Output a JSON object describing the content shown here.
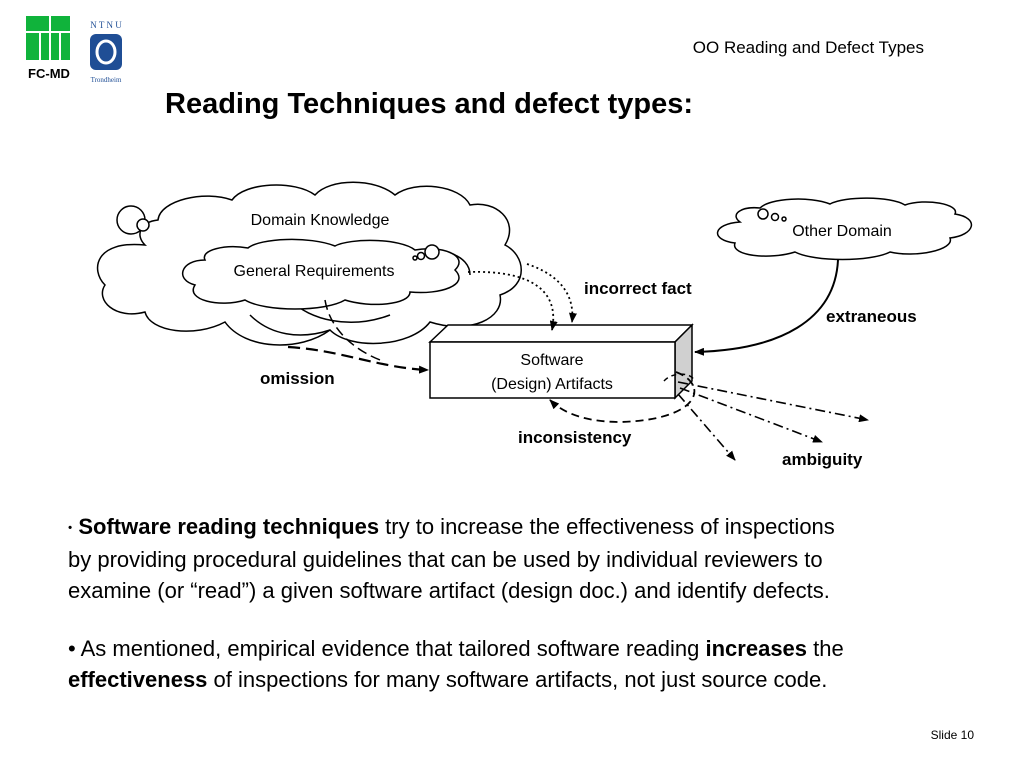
{
  "header": {
    "title": "OO Reading and Defect Types",
    "logo_fcmd_text": "FC-MD",
    "logo_ntnu_text": "N T N U",
    "logo_ntnu_subtext": "Trondheim"
  },
  "slide": {
    "title": "Reading Techniques and defect types:",
    "number": "Slide 10"
  },
  "diagram": {
    "clouds": {
      "domain_knowledge": "Domain Knowledge",
      "general_requirements": "General Requirements",
      "other_domain": "Other Domain"
    },
    "box": {
      "line1": "Software",
      "line2": "(Design) Artifacts"
    },
    "labels": {
      "incorrect_fact": "incorrect fact",
      "extraneous": "extraneous",
      "omission": "omission",
      "inconsistency": "inconsistency",
      "ambiguity": "ambiguity"
    }
  },
  "paragraphs": {
    "p1": {
      "bullet": "•",
      "bold": "Software reading techniques",
      "line1_rest": " try to increase the effectiveness of inspections",
      "line2": "by providing procedural guidelines that can be used by individual reviewers to",
      "line3": "examine (or “read”) a given software artifact  (design doc.) and identify defects."
    },
    "p2": {
      "line1_start": "• As mentioned, empirical evidence that tailored software reading ",
      "line1_bold": "increases",
      "line1_end": " the",
      "line2_bold": "effectiveness",
      "line2_rest": " of inspections for many software artifacts, not just source code."
    }
  },
  "colors": {
    "fcmd_green": "#10b33b",
    "ntnu_blue": "#1f4e95"
  }
}
